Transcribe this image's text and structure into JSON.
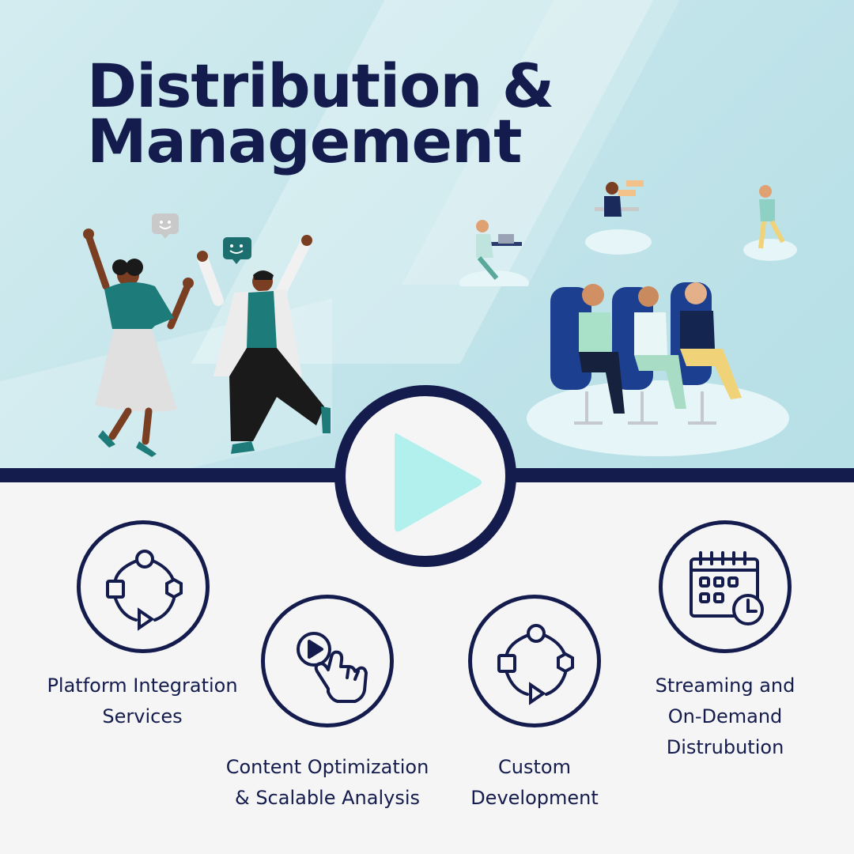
{
  "hero": {
    "title_line1": "Distribution &",
    "title_line2": "Management"
  },
  "video": {
    "control_icon": "play-icon"
  },
  "services": [
    {
      "label_line1": "Platform Integration",
      "label_line2": "Services",
      "icon": "integration-cycle-icon"
    },
    {
      "label_line1": "Content Optimization",
      "label_line2": "& Scalable Analysis",
      "icon": "click-play-icon"
    },
    {
      "label_line1": "Custom",
      "label_line2": "Development",
      "icon": "development-cycle-icon"
    },
    {
      "label_line1": "Streaming and",
      "label_line2": "On-Demand",
      "label_line3": "Distrubution",
      "icon": "calendar-clock-icon"
    }
  ],
  "colors": {
    "navy": "#141c4d",
    "hero_bg": "#c4e6eb",
    "play_fill": "#b2f0ee",
    "page_bg": "#f5f5f6"
  }
}
